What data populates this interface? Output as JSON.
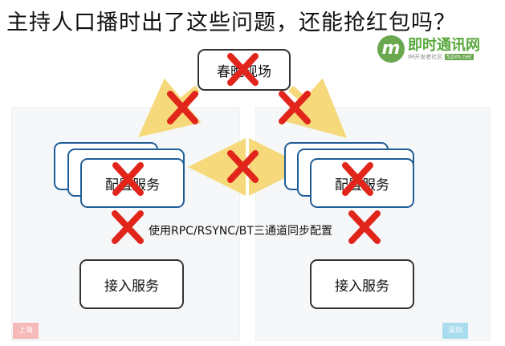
{
  "title": "主持人口播时出了这些问题，还能抢红包吗？",
  "logo": {
    "mark": "m",
    "name": "即时通讯网",
    "subtitle": "IM开发者社区",
    "tag": "52im.net",
    "icon": "m-logo-icon"
  },
  "diagram": {
    "top_node": "春晚现场",
    "left_config_service": "配置服务",
    "right_config_service": "配置服务",
    "left_access_service": "接入服务",
    "right_access_service": "接入服务",
    "sync_label": "使用RPC/RSYNC/BT三通道同步配置",
    "region_left_label": "上海",
    "region_right_label": "深圳",
    "failure_marker": "cross-icon",
    "colors": {
      "cross": "#e1251b",
      "arrow": "#f6d97a",
      "service_border": "#1f5d96",
      "node_border": "#333333",
      "region_bg": "#f6f7f8",
      "shanghai_tag": "#f6b9b9",
      "shenzhen_tag": "#a9dcef"
    }
  }
}
